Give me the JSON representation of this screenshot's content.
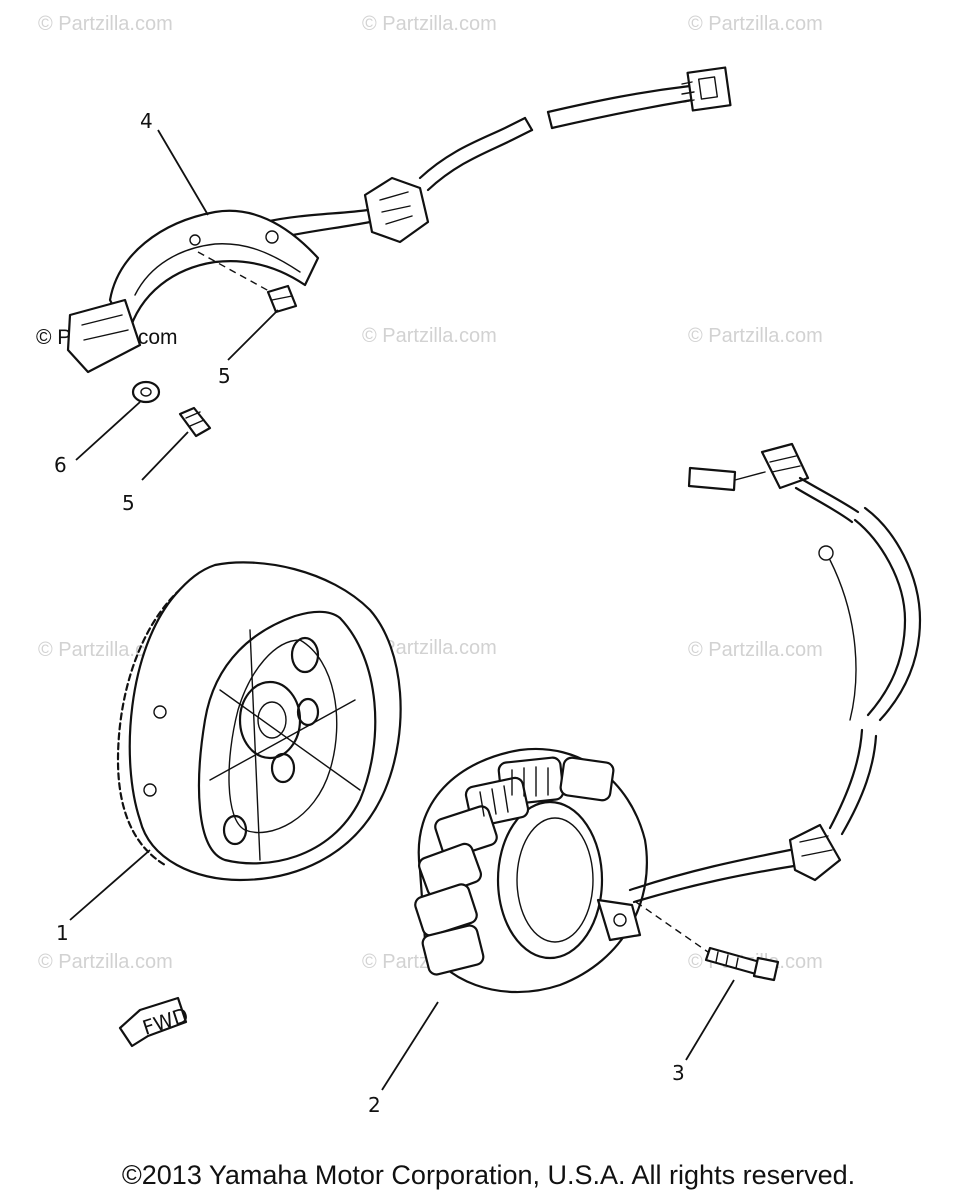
{
  "watermark": "© Partzilla.com",
  "callouts": {
    "flywheel": "1",
    "stator": "2",
    "stator_screw": "3",
    "pickup_coil": "4",
    "pickup_screw_upper": "5",
    "pickup_screw_lower": "5",
    "washer": "6"
  },
  "fwd_label": "FWD",
  "copyright": "©2013 Yamaha Motor Corporation, U.S.A. All rights reserved."
}
